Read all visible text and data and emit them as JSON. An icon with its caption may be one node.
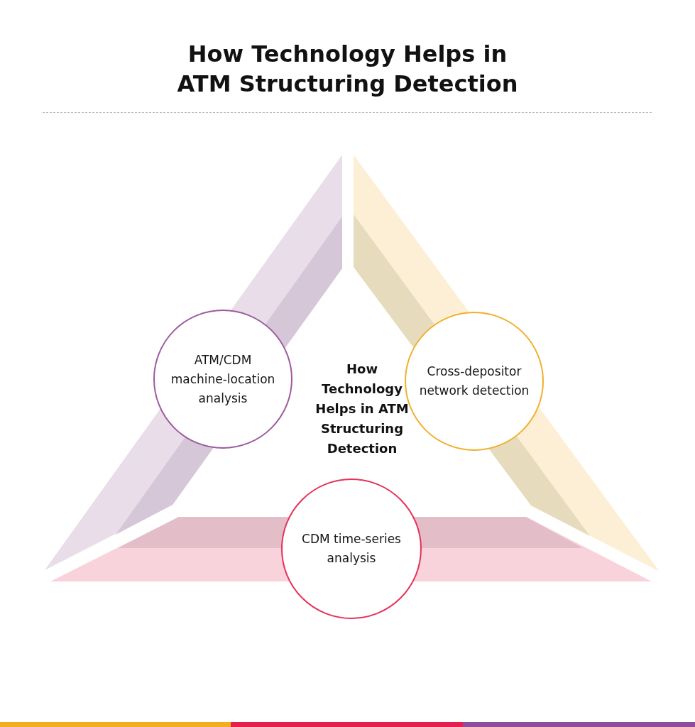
{
  "diagram": {
    "title": "How Technology Helps in ATM Structuring Detection",
    "nodes": [
      {
        "text": [
          "ATM/CDM machine-location analysis"
        ]
      },
      {
        "text": [
          "Cross-depositor network detection"
        ]
      },
      {
        "text": [
          "CDM time-series analysis"
        ]
      }
    ],
    "labels": [
      "How Technology Helps in ATM Structuring Detection"
    ]
  }
}
